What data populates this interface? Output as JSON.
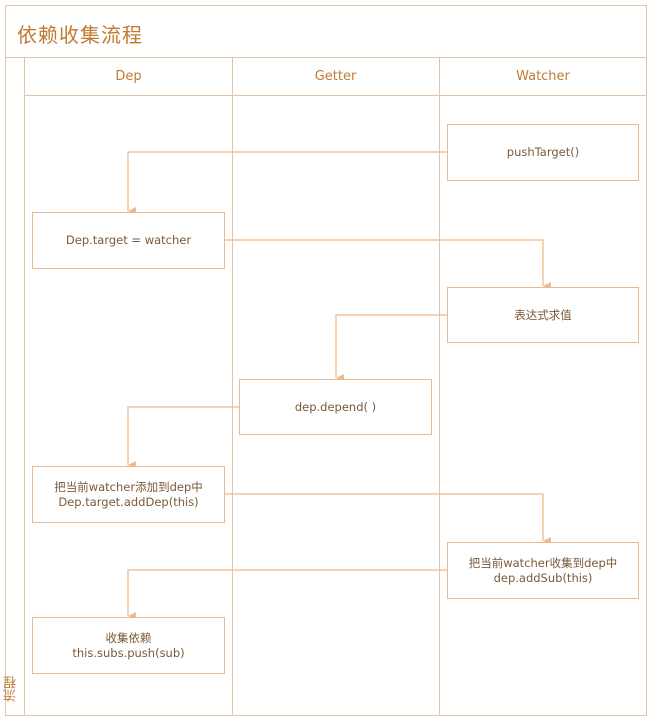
{
  "title": "依赖收集流程",
  "lane_label": "流程",
  "columns": [
    {
      "id": "dep",
      "label": "Dep"
    },
    {
      "id": "getter",
      "label": "Getter"
    },
    {
      "id": "watcher",
      "label": "Watcher"
    }
  ],
  "nodes": {
    "push_target": {
      "line1": "pushTarget()"
    },
    "dep_target_assign": {
      "line1": "Dep.target = watcher"
    },
    "evaluate_expression": {
      "line1": "表达式求值"
    },
    "dep_depend": {
      "line1": "dep.depend( )"
    },
    "add_dep": {
      "line1": "把当前watcher添加到dep中",
      "line2": "Dep.target.addDep(this)"
    },
    "add_sub": {
      "line1": "把当前watcher收集到dep中",
      "line2": "dep.addSub(this)"
    },
    "collect_deps": {
      "line1": "收集依赖",
      "line2": "this.subs.push(sub)"
    }
  },
  "colors": {
    "border": "#e3c6aa",
    "box_border": "#e8bc90",
    "arrow": "#f0b98a",
    "title": "#c07a32",
    "text": "#7a5a3a"
  }
}
